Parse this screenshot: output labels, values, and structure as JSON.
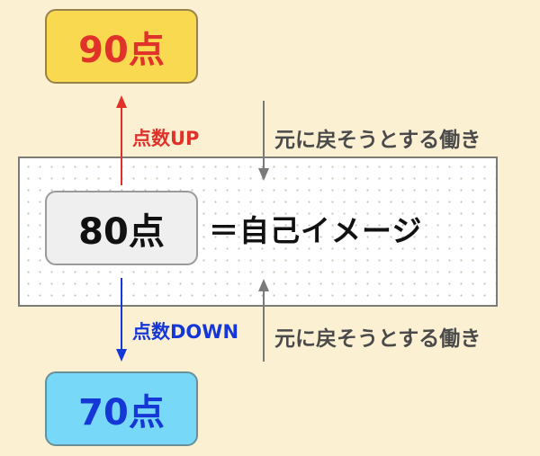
{
  "diagram": {
    "boxes": {
      "upper": {
        "label": "90点",
        "bg_color": "#f8d94f",
        "text_color": "#e0322b"
      },
      "current": {
        "label": "80点",
        "bg_color": "#efefef",
        "text_color": "#111111"
      },
      "lower": {
        "label": "70点",
        "bg_color": "#77d8f8",
        "text_color": "#1537d6"
      }
    },
    "self_image_label": "＝自己イメージ",
    "arrows": {
      "up": {
        "label": "点数UP",
        "color": "#e0322b"
      },
      "down": {
        "label": "点数DOWN",
        "color": "#1537d6"
      },
      "return_top": {
        "label": "元に戻そうとする働き",
        "color": "#7a7a7a"
      },
      "return_bottom": {
        "label": "元に戻そうとする働き",
        "color": "#7a7a7a"
      }
    },
    "colors": {
      "background": "#fcf0d3",
      "comfort_zone_fill": "#ffffff",
      "comfort_zone_border": "#7d7b76"
    }
  }
}
